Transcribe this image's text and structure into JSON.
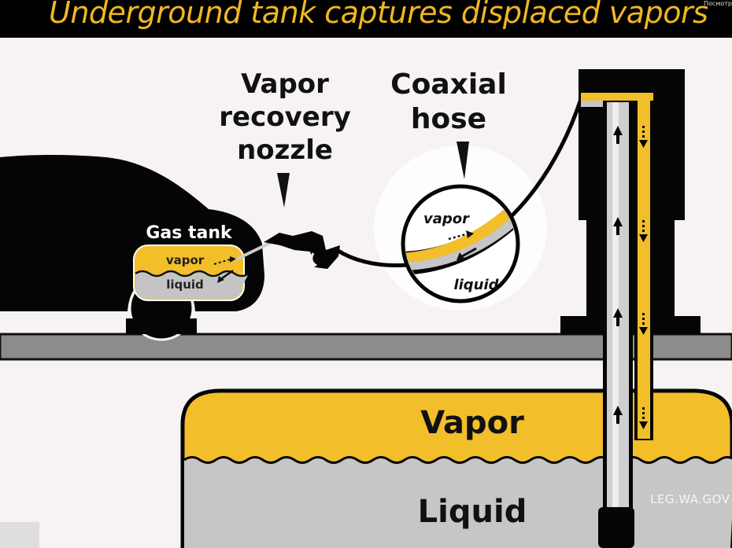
{
  "title": "Underground tank captures displaced vapors",
  "corner_text": "Посмотр",
  "labels": {
    "nozzle": [
      "Vapor",
      "recovery",
      "nozzle"
    ],
    "hose": [
      "Coaxial",
      "hose"
    ],
    "gas_tank": "Gas tank",
    "tank_vapor": "vapor",
    "tank_liquid": "liquid",
    "hose_vapor": "vapor",
    "hose_liquid": "liquid",
    "underground_vapor": "Vapor",
    "underground_liquid": "Liquid"
  },
  "watermark": "LEG.WA.GOV",
  "colors": {
    "vapor": "#f2be2a",
    "liquid": "#c6c6c6",
    "silhouette": "#050505",
    "background": "#f7f2f4",
    "title_text": "#f0b722"
  }
}
